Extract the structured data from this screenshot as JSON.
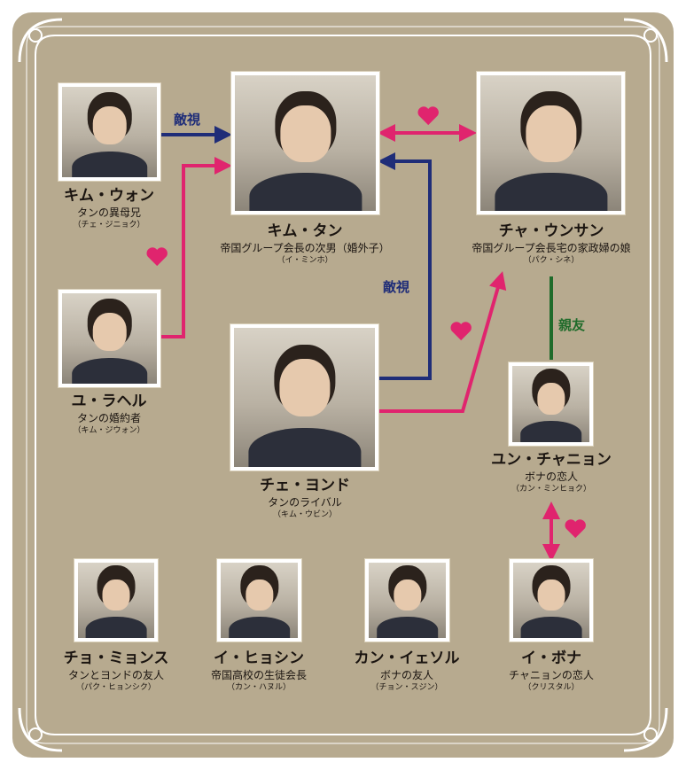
{
  "colors": {
    "background": "#b7aa8f",
    "frame": "#ffffff",
    "rivalry": "#1f2d78",
    "love": "#e0246e",
    "friend": "#1f6b2a",
    "text": "#1a1410"
  },
  "characters": {
    "kim_tan": {
      "name": "キム・タン",
      "role": "帝国グループ会長の次男（婚外子）",
      "actor": "（イ・ミンホ）"
    },
    "kim_won": {
      "name": "キム・ウォン",
      "role": "タンの異母兄",
      "actor": "（チェ・ジニョク）"
    },
    "cha_eunsang": {
      "name": "チャ・ウンサン",
      "role": "帝国グループ会長宅の家政婦の娘",
      "actor": "（パク・シネ）"
    },
    "yoo_rachel": {
      "name": "ユ・ラヘル",
      "role": "タンの婚約者",
      "actor": "（キム・ジウォン）"
    },
    "choi_youngdo": {
      "name": "チェ・ヨンド",
      "role": "タンのライバル",
      "actor": "（キム・ウビン）"
    },
    "yoon_chanyoung": {
      "name": "ユン・チャニョン",
      "role": "ボナの恋人",
      "actor": "（カン・ミンヒョク）"
    },
    "jo_myungsoo": {
      "name": "チョ・ミョンス",
      "role": "タンとヨンドの友人",
      "actor": "（パク・ヒョンシク）"
    },
    "lee_hyoshin": {
      "name": "イ・ヒョシン",
      "role": "帝国高校の生徒会長",
      "actor": "（カン・ハヌル）"
    },
    "kang_yeseul": {
      "name": "カン・イェソル",
      "role": "ボナの友人",
      "actor": "（チョン・スジン）"
    },
    "lee_bona": {
      "name": "イ・ボナ",
      "role": "チャニョンの恋人",
      "actor": "（クリスタル）"
    }
  },
  "relations": {
    "rival_won_tan": "敵視",
    "rival_youngdo_tan": "敵視",
    "friend_eunsang_chanyoung": "親友"
  }
}
